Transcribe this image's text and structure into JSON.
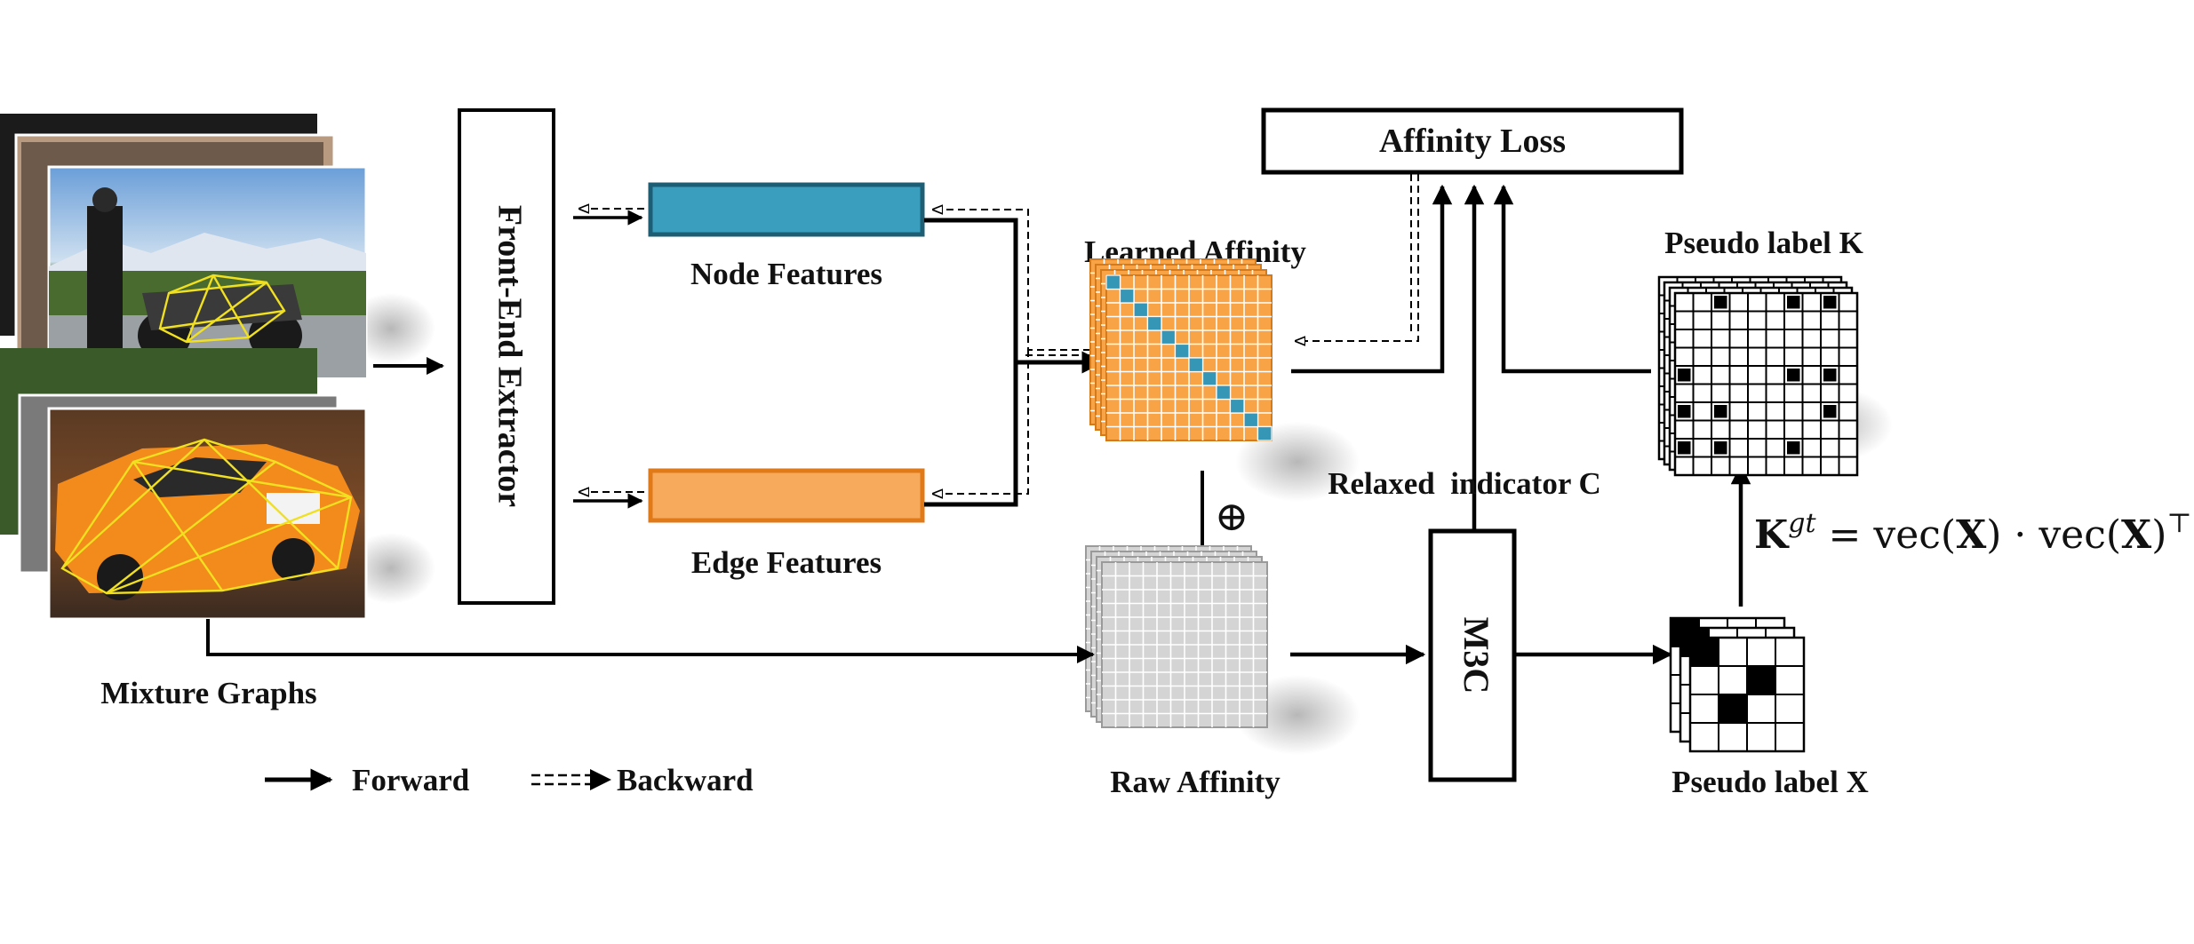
{
  "labels": {
    "front_end": "Front-End Extractor",
    "node_features": "Node Features",
    "edge_features": "Edge Features",
    "learned_affinity": "Learned Affinity",
    "affinity_loss": "Affinity Loss",
    "pseudo_label_k": "Pseudo label K",
    "relaxed_indicator": "Relaxed  indicator C",
    "m3c": "M3C",
    "raw_affinity": "Raw Affinity",
    "pseudo_label_x": "Pseudo label X",
    "mixture_graphs": "Mixture Graphs",
    "oplus": "⊕"
  },
  "formula": {
    "lhs": "K",
    "sup": "gt",
    "rhs_1": " = vec(",
    "x1": "X",
    "rhs_2": ") · vec(",
    "x2": "X",
    "rhs_3": ")",
    "top": "⊤"
  },
  "legend": {
    "forward": "Forward",
    "backward": "Backward"
  },
  "colors": {
    "node_feature": "#3a9fbf",
    "node_border": "#1d5e74",
    "edge_feature": "#f8aa5c",
    "edge_border": "#e07a18",
    "affinity_cell": "#f7a346",
    "affinity_diag": "#3596b5",
    "raw_cell": "#d4d4d4"
  }
}
